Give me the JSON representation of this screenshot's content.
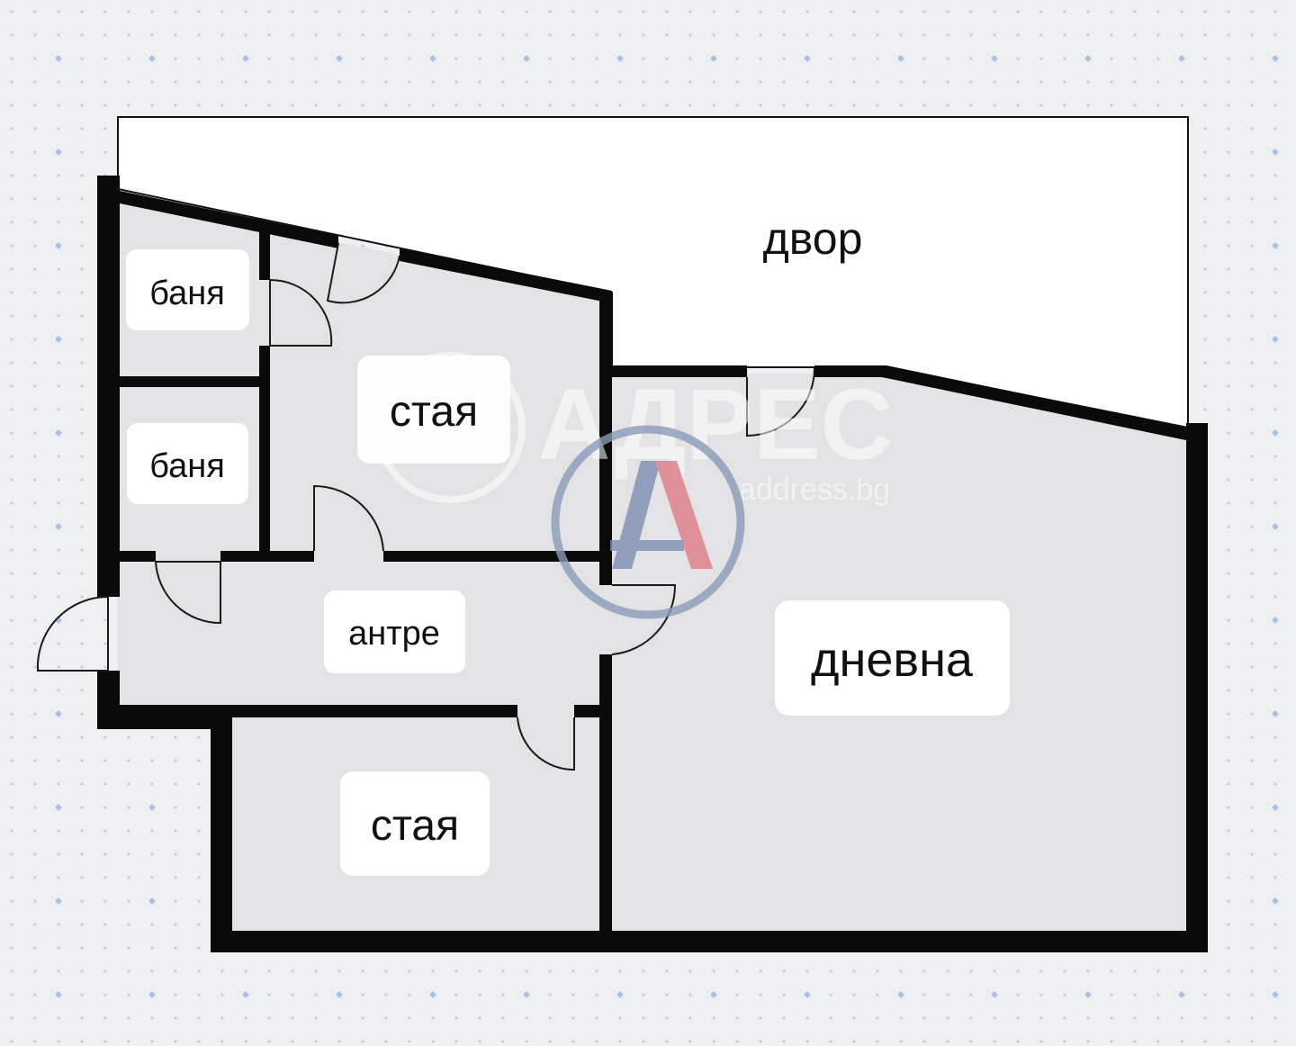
{
  "plan": {
    "labels": {
      "yard": "двор",
      "bath_top": "баня",
      "bath_bottom": "баня",
      "room_top": "стая",
      "hall": "антре",
      "room_bottom": "стая",
      "living": "дневна"
    },
    "watermark": {
      "text": "АДРЕС",
      "site": "address.bg",
      "logo_letter": "A"
    },
    "colors": {
      "background": "#eff0f2",
      "grid_dot": "#a8c4e4",
      "floor": "#e3e3e5",
      "wall": "#0a0a0a",
      "yard": "#ffffff",
      "logo_ring": "#8a9bb8",
      "logo_red": "#e07a86",
      "logo_blue": "#7d8fb3"
    }
  }
}
